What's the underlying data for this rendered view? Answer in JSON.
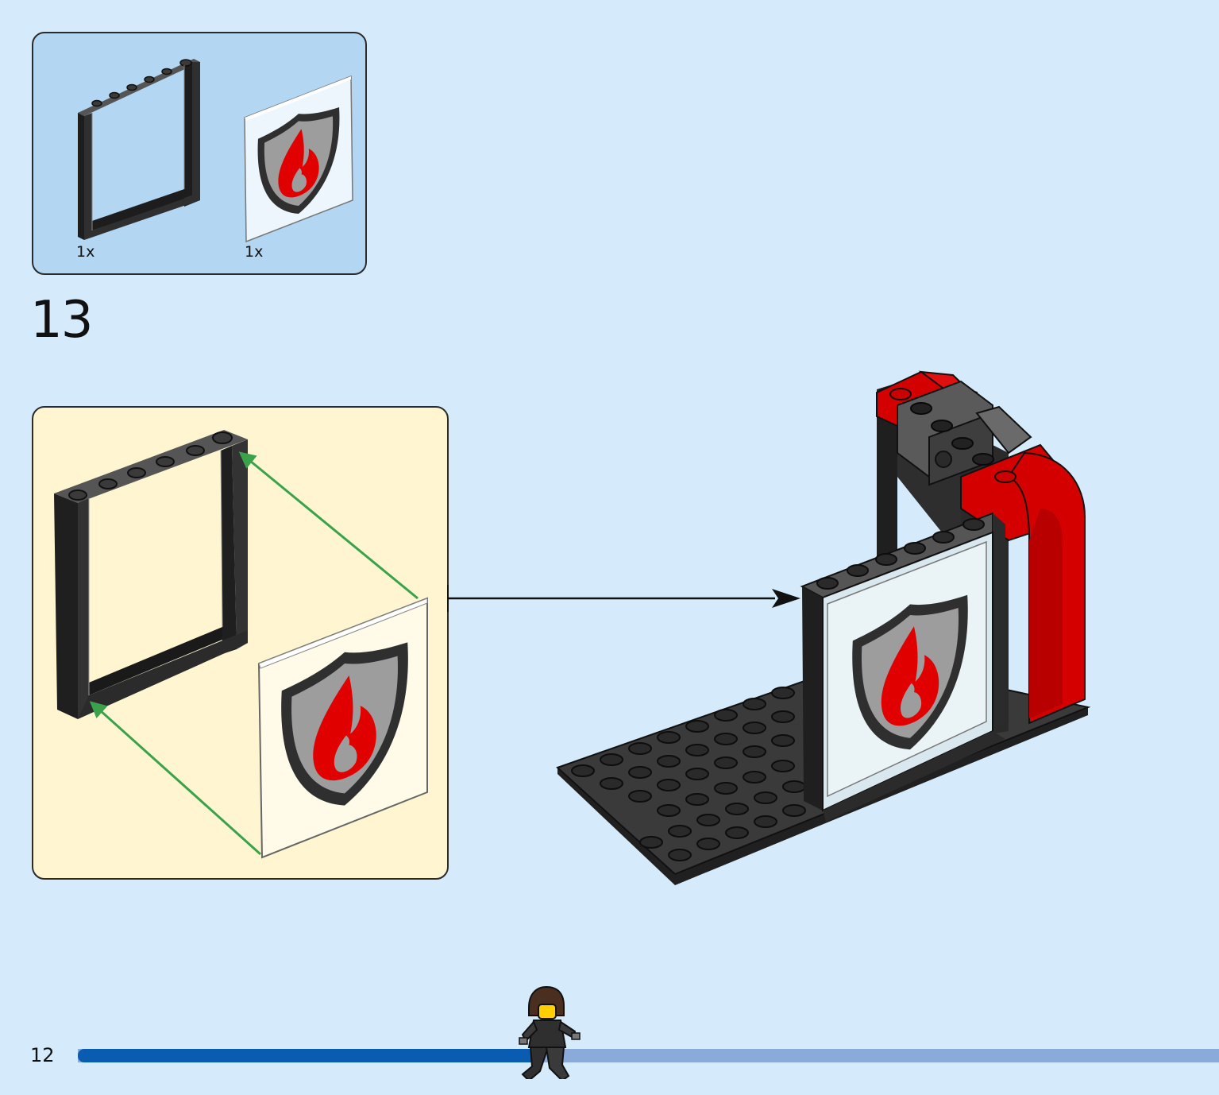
{
  "parts_list": {
    "items": [
      {
        "quantity": "1x",
        "icon": "black-window-frame-icon"
      },
      {
        "quantity": "1x",
        "icon": "fire-shield-glass-pane-icon"
      }
    ]
  },
  "step": {
    "number": "13"
  },
  "page": {
    "number": "12",
    "progress": 0.405
  },
  "colors": {
    "page_bg": "#d5ebfb",
    "parts_bg": "#b3d6f3",
    "subassembly_bg": "#fff6d1",
    "brick_black": "#2f2f2f",
    "brick_red": "#d40000",
    "shield_grey": "#9d9d9d",
    "guide_arrow": "#3aa24b",
    "progress_done": "#0a5cb0",
    "progress_remaining": "#8aaad9"
  }
}
